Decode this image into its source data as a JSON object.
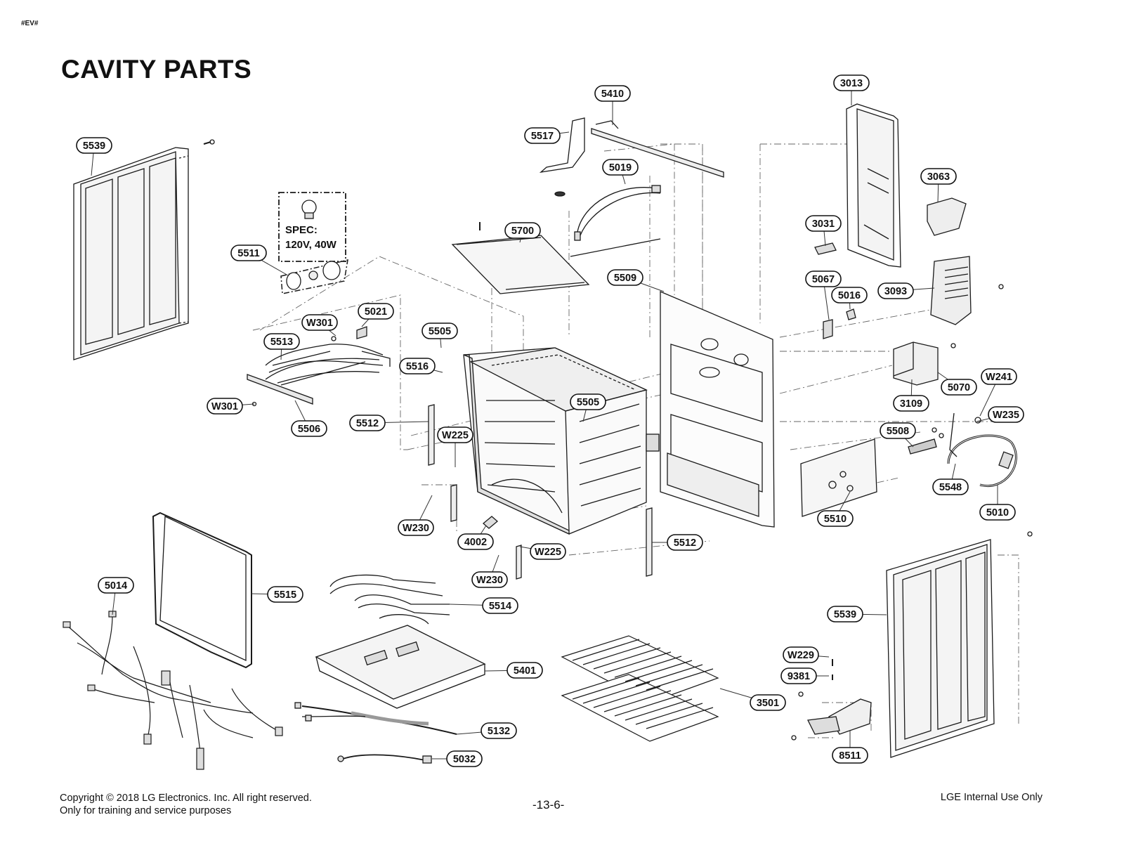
{
  "page": {
    "tag": "#EV#",
    "title": "CAVITY PARTS",
    "copyright_line1": "Copyright © 2018 LG Electronics. Inc. All right reserved.",
    "copyright_line2": "Only for training and service purposes",
    "page_number": "-13-6-",
    "internal_notice": "LGE Internal Use Only"
  },
  "spec_box": {
    "line1": "SPEC:",
    "line2": "120V, 40W"
  },
  "callouts": [
    "3013",
    "5410",
    "5517",
    "5019",
    "5539",
    "3063",
    "3031",
    "5700",
    "SPEC_PLACEHOLDER",
    "5511",
    "5509",
    "5067",
    "5016",
    "3093",
    "W301",
    "5021",
    "5505",
    "5513",
    "5516",
    "5070",
    "W241",
    "3109",
    "W301",
    "5505",
    "5512",
    "W235",
    "5508",
    "5506",
    "W225",
    "5548",
    "5010",
    "5510",
    "W230",
    "4002",
    "5512",
    "W225",
    "W230",
    "5014",
    "5515",
    "5514",
    "5539",
    "W229",
    "5401",
    "9381",
    "3501",
    "5132",
    "8511",
    "5032"
  ],
  "colors": {
    "line": "#1a1a1a",
    "part_fill": "#f2f2f2",
    "shade": "#cfcfcf",
    "leader": "#555555"
  }
}
